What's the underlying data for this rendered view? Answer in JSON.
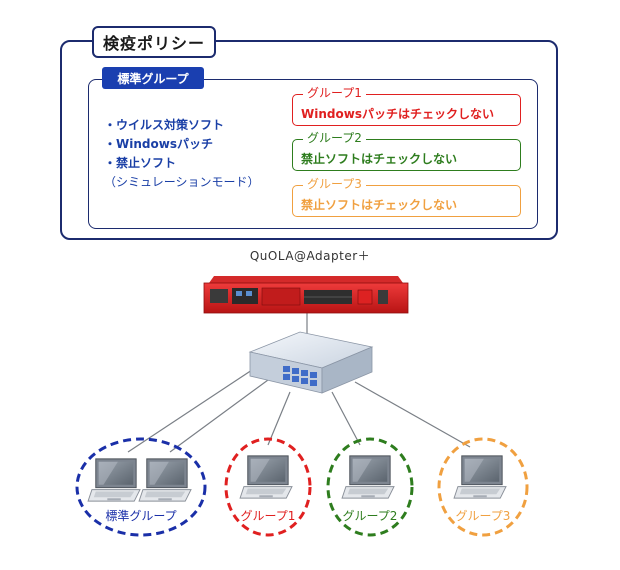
{
  "policy": {
    "title": "検疫ポリシー",
    "standard": {
      "label": "標準グループ",
      "items": [
        "・ウイルス対策ソフト",
        "・Windowsパッチ",
        "・禁止ソフト",
        "（シミュレーションモード）"
      ]
    },
    "groups": [
      {
        "name": "グループ1",
        "desc": "Windowsパッチはチェックしない",
        "color": "#e02020"
      },
      {
        "name": "グループ2",
        "desc": "禁止ソフトはチェックしない",
        "color": "#2e7d1e"
      },
      {
        "name": "グループ3",
        "desc": "禁止ソフトはチェックしない",
        "color": "#f0a040"
      }
    ]
  },
  "device": {
    "label": "QuOLA@Adapter＋"
  },
  "clients": [
    {
      "label": "標準グループ",
      "color": "#1a2fa8",
      "pcs": 2
    },
    {
      "label": "グループ1",
      "color": "#e02020",
      "pcs": 1
    },
    {
      "label": "グループ2",
      "color": "#2e7d1e",
      "pcs": 1
    },
    {
      "label": "グループ3",
      "color": "#f0a040",
      "pcs": 1
    }
  ],
  "icons": [
    "server-appliance-icon",
    "network-switch-icon",
    "laptop-icon"
  ]
}
